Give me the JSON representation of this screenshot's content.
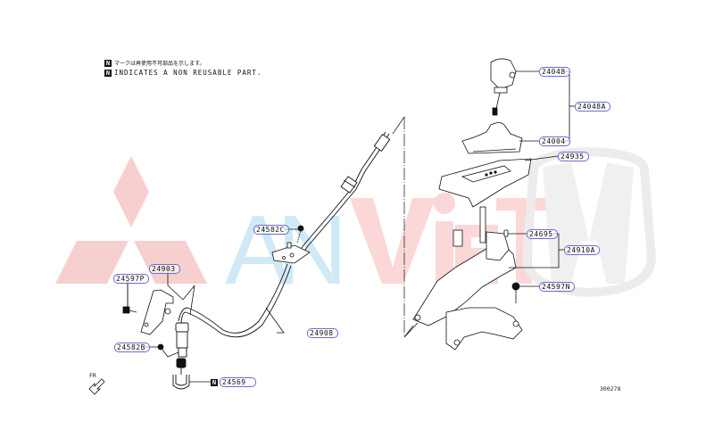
{
  "notes": {
    "japanese": "マークは再使用不可部品を示します。",
    "english": "INDICATES A NON REUSABLE PART.",
    "marker": "N"
  },
  "watermarks": {
    "left_logo": "three-diamond-logo",
    "center_text": "ANViet",
    "right_logo": "h-emblem-logo",
    "colors": {
      "red": "#f4c9c9",
      "blue": "#cfe9f5",
      "gray": "#e6e6e6"
    }
  },
  "parts": [
    {
      "id": "24048",
      "non_reusable": false
    },
    {
      "id": "24048A",
      "non_reusable": false
    },
    {
      "id": "24004",
      "non_reusable": false
    },
    {
      "id": "24935",
      "non_reusable": false
    },
    {
      "id": "24695",
      "non_reusable": false
    },
    {
      "id": "24910A",
      "non_reusable": false
    },
    {
      "id": "24597N",
      "non_reusable": false
    },
    {
      "id": "24582C",
      "non_reusable": false
    },
    {
      "id": "24903",
      "non_reusable": false
    },
    {
      "id": "24597P",
      "non_reusable": false
    },
    {
      "id": "24908",
      "non_reusable": false
    },
    {
      "id": "24582B",
      "non_reusable": false
    },
    {
      "id": "24569",
      "non_reusable": true
    }
  ],
  "front_indicator": "FR",
  "diagram_ref": "300278",
  "label_color": "#6b6bd6"
}
